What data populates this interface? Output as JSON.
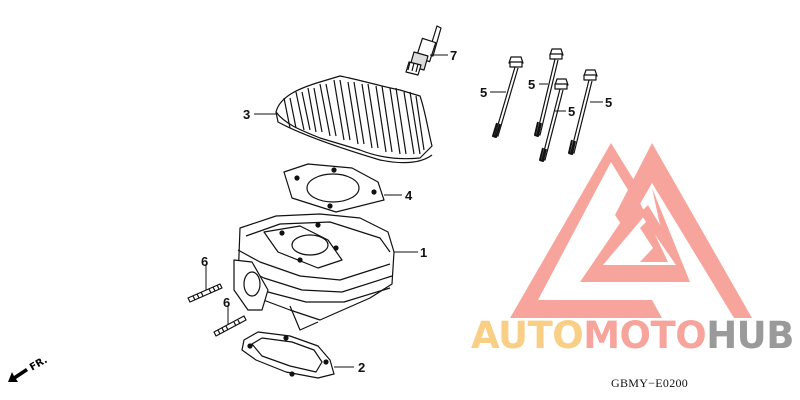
{
  "diagram": {
    "type": "exploded-parts-diagram",
    "subject": "Cylinder / Cylinder Head",
    "diagram_code": "GBMY−E0200",
    "direction_indicator": "FR.",
    "callouts": [
      {
        "number": "1",
        "part": "cylinder"
      },
      {
        "number": "2",
        "part": "cylinder-base-gasket"
      },
      {
        "number": "3",
        "part": "cylinder-head"
      },
      {
        "number": "4",
        "part": "cylinder-head-gasket"
      },
      {
        "number": "5",
        "part": "flange-bolt",
        "count": 4
      },
      {
        "number": "6",
        "part": "stud-bolt",
        "count": 2
      },
      {
        "number": "7",
        "part": "spark-plug"
      }
    ],
    "labels": {
      "c1": "1",
      "c2": "2",
      "c3": "3",
      "c4": "4",
      "c5a": "5",
      "c5b": "5",
      "c5c": "5",
      "c5d": "5",
      "c6a": "6",
      "c6b": "6",
      "c7": "7"
    }
  },
  "watermark": {
    "brand_part1": "AUTO",
    "brand_part2": "MOTO",
    "brand_part3": "HUB",
    "colors": {
      "logo": "#f7a59c",
      "auto": "#f9cf85",
      "moto": "#f7a59c",
      "hub": "#9a9a9a"
    }
  }
}
